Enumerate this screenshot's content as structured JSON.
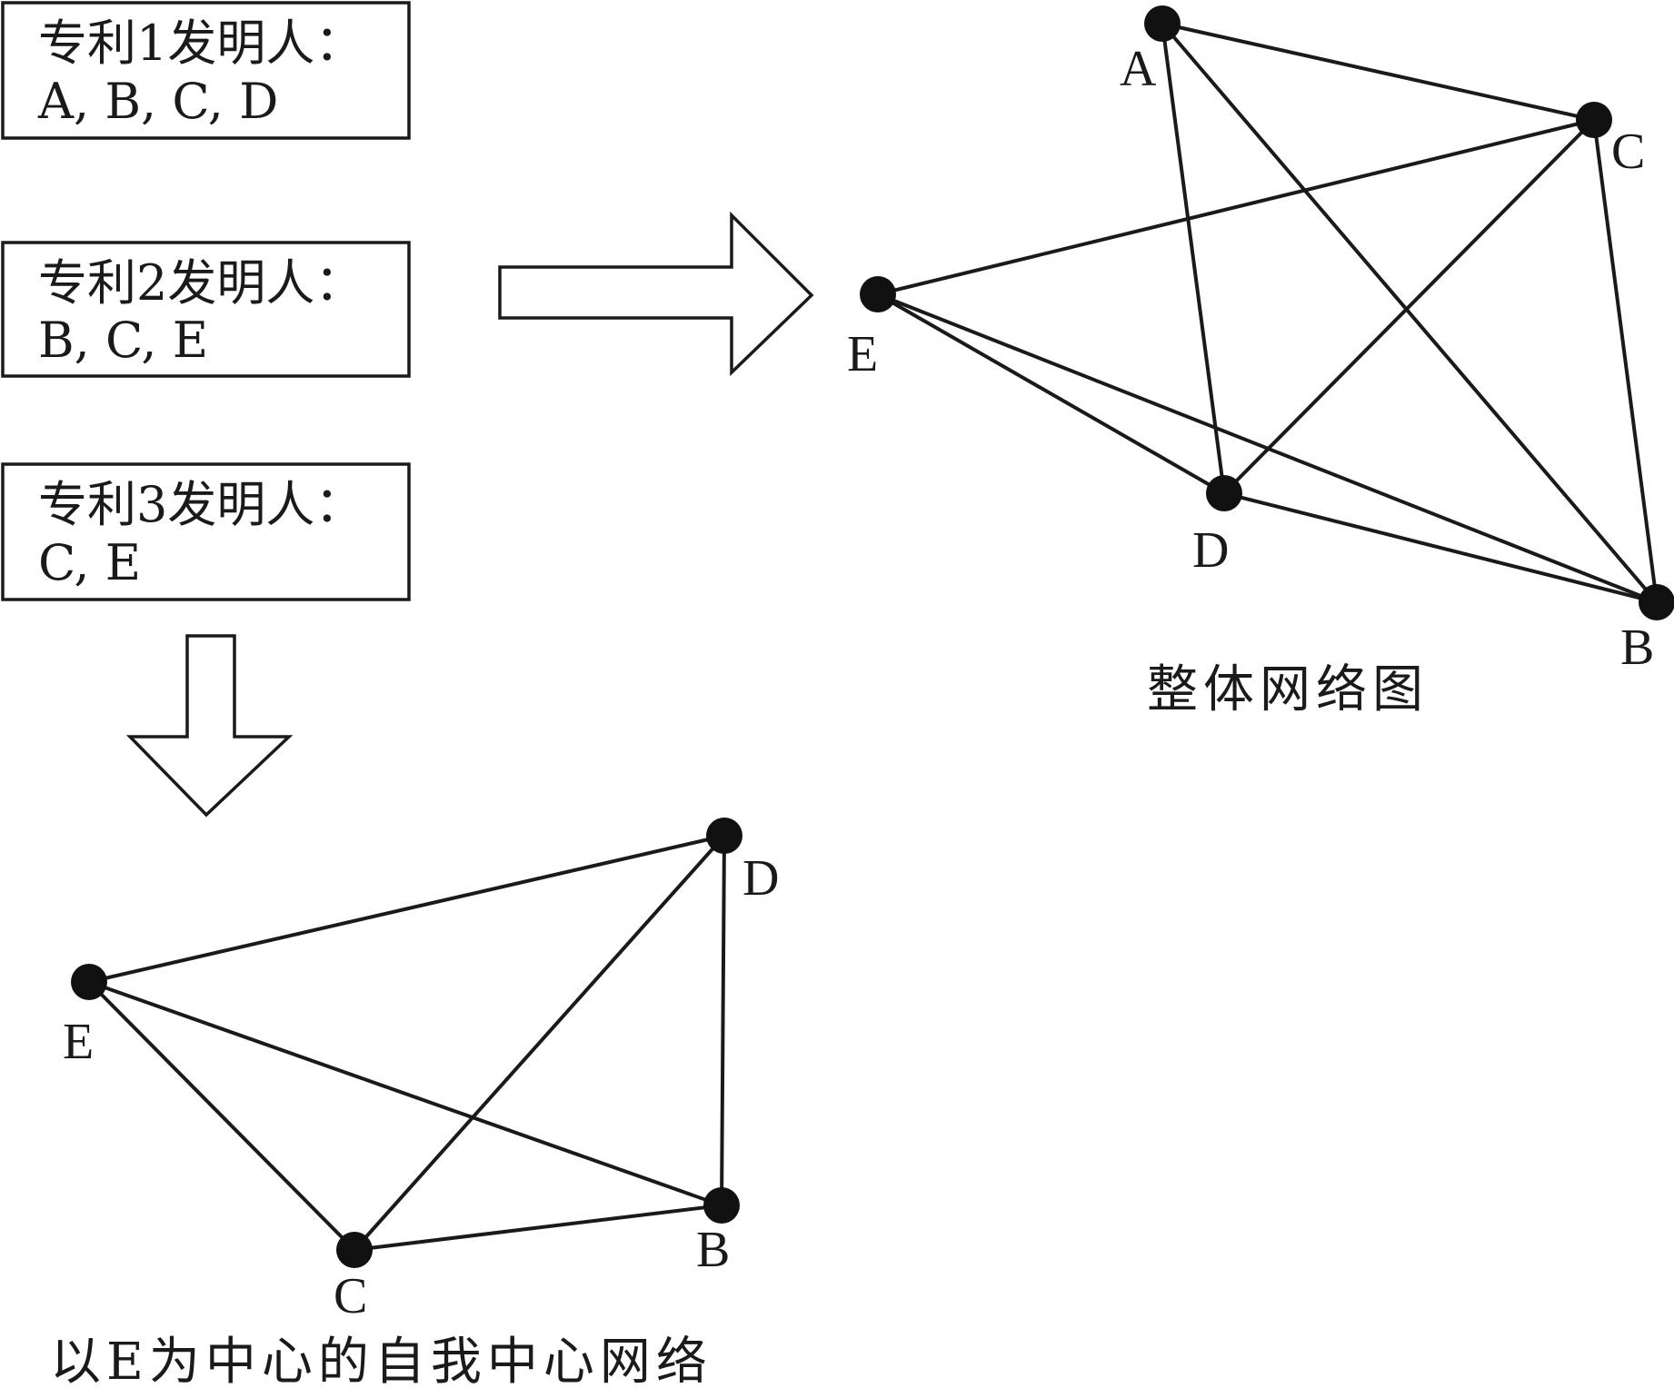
{
  "patents": [
    {
      "title": "专利1发明人：",
      "inventors": "A, B, C, D"
    },
    {
      "title": "专利2发明人：",
      "inventors": "B, C, E"
    },
    {
      "title": "专利3发明人：",
      "inventors": "C, E"
    }
  ],
  "whole_network": {
    "caption": "整体网络图",
    "nodes": [
      "A",
      "B",
      "C",
      "D",
      "E"
    ],
    "edges": [
      [
        "A",
        "C"
      ],
      [
        "A",
        "D"
      ],
      [
        "A",
        "B"
      ],
      [
        "C",
        "E"
      ],
      [
        "C",
        "D"
      ],
      [
        "C",
        "B"
      ],
      [
        "E",
        "D"
      ],
      [
        "E",
        "B"
      ],
      [
        "D",
        "B"
      ]
    ]
  },
  "ego_network": {
    "caption": "以E为中心的自我中心网络",
    "nodes": [
      "D",
      "E",
      "B",
      "C"
    ],
    "edges": [
      [
        "E",
        "D"
      ],
      [
        "E",
        "C"
      ],
      [
        "E",
        "B"
      ],
      [
        "D",
        "C"
      ],
      [
        "D",
        "B"
      ],
      [
        "C",
        "B"
      ]
    ]
  }
}
